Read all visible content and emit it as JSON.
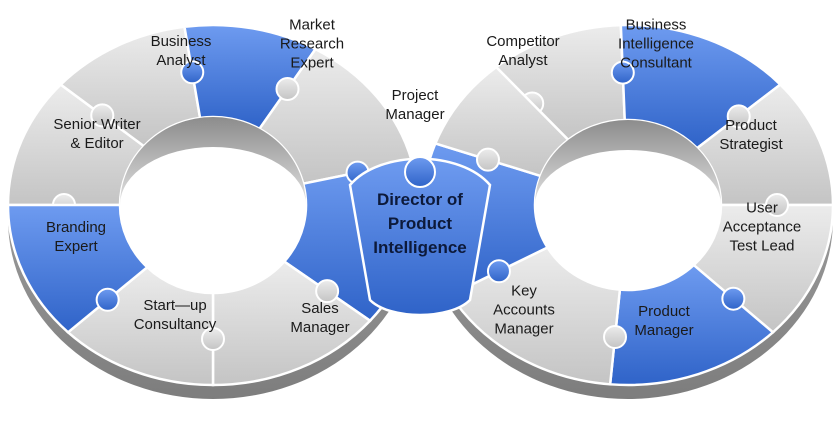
{
  "center": {
    "lines": [
      "Director of",
      "Product",
      "Intelligence"
    ]
  },
  "colors": {
    "blue": "#4f86e8",
    "blue_dark": "#2f63c8",
    "grey": "#d4d4d4",
    "grey_light": "#e9e9e9",
    "grey_dark": "#9a9a9a",
    "inner": "#cfcfcf"
  },
  "left_ring": {
    "segments": [
      {
        "name": "senior-writer",
        "lines": [
          "Senior Writer",
          "& Editor"
        ],
        "color": "grey"
      },
      {
        "name": "business-analyst",
        "lines": [
          "Business",
          "Analyst"
        ],
        "color": "grey"
      },
      {
        "name": "market-research",
        "lines": [
          "Market",
          "Research",
          "Expert"
        ],
        "color": "blue"
      },
      {
        "name": "project-manager",
        "lines": [
          "Project",
          "Manager"
        ],
        "color": "grey"
      },
      {
        "name": "director-left",
        "lines": [],
        "color": "blue"
      },
      {
        "name": "sales-manager",
        "lines": [
          "Sales",
          "Manager"
        ],
        "color": "grey"
      },
      {
        "name": "startup",
        "lines": [
          "Start—up",
          "Consultancy"
        ],
        "color": "grey"
      },
      {
        "name": "branding",
        "lines": [
          "Branding",
          "Expert"
        ],
        "color": "blue"
      }
    ]
  },
  "right_ring": {
    "segments": [
      {
        "name": "competitor",
        "lines": [
          "Competitor",
          "Analyst"
        ],
        "color": "grey"
      },
      {
        "name": "bi-consultant",
        "lines": [
          "Business",
          "Intelligence",
          "Consultant"
        ],
        "color": "blue"
      },
      {
        "name": "product-strategist",
        "lines": [
          "Product",
          "Strategist"
        ],
        "color": "grey"
      },
      {
        "name": "uat-lead",
        "lines": [
          "User",
          "Acceptance",
          "Test Lead"
        ],
        "color": "grey"
      },
      {
        "name": "product-manager",
        "lines": [
          "Product",
          "Manager"
        ],
        "color": "blue"
      },
      {
        "name": "key-accounts",
        "lines": [
          "Key",
          "Accounts",
          "Manager"
        ],
        "color": "grey"
      },
      {
        "name": "director-right",
        "lines": [],
        "color": "blue"
      },
      {
        "name": "project-right",
        "lines": [],
        "color": "grey"
      }
    ]
  }
}
